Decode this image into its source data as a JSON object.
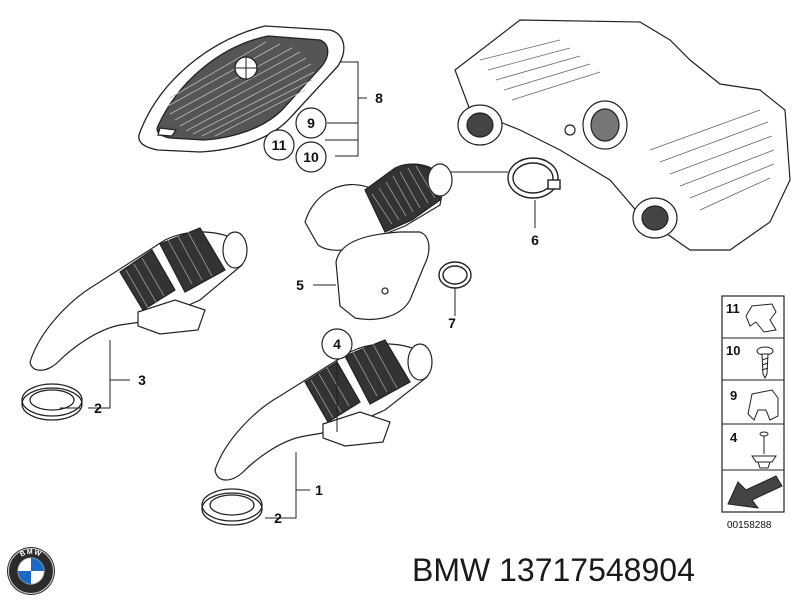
{
  "callouts": {
    "c1": "1",
    "c2a": "2",
    "c2b": "2",
    "c3": "3",
    "c4": "4",
    "c5": "5",
    "c6": "6",
    "c7": "7",
    "c8": "8",
    "c9": "9",
    "c10": "10",
    "c11": "11"
  },
  "legend": {
    "items": [
      "11",
      "10",
      "9",
      "4"
    ],
    "reference": "00158288"
  },
  "caption": {
    "brand": "BMW",
    "part_number": "13717548904"
  },
  "logo": {
    "text": "BMW"
  },
  "colors": {
    "line": "#222222",
    "fill": "#ffffff",
    "shade": "#3a3a3a"
  }
}
